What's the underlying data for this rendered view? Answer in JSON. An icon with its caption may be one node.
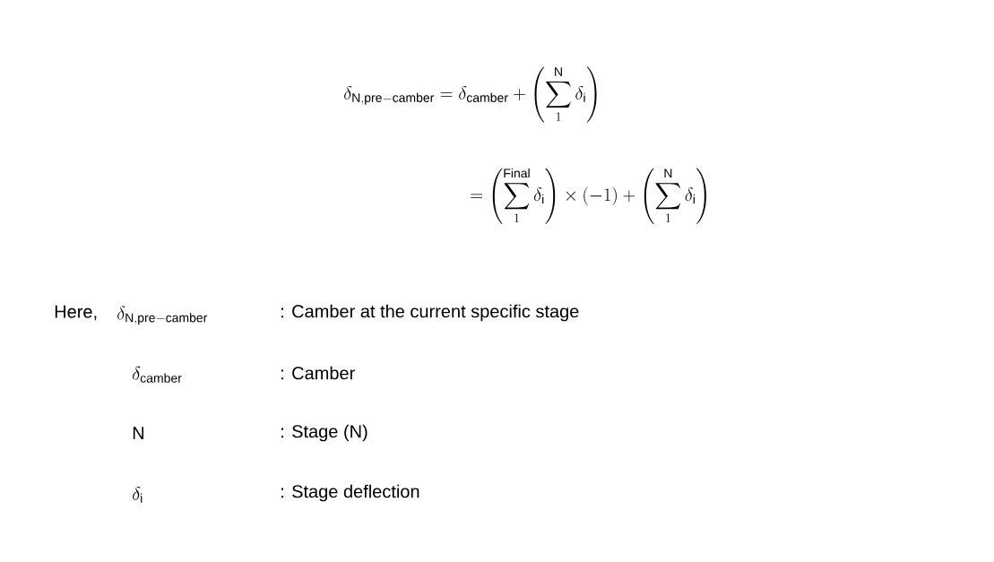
{
  "diagram": {
    "labels": [
      "\\delta_{\\mathrm{N,pre-camber}} = \\delta_{\\mathrm{camber}} + \\left(\\sum_{1}^{\\mathrm{N}}\\delta_{\\mathrm{i}}\\right)",
      "= \\left(\\sum_{1}^{\\mathrm{Final}}\\delta_{\\mathrm{i}}\\right)\\times(-1)+\\left(\\sum_{1}^{\\mathrm{N}}\\delta_{\\mathrm{i}}\\right)",
      "Here,",
      "\\delta_{\\mathrm{N,pre-camber}}",
      ": Camber at the current specific stage",
      "\\delta_{\\mathrm{camber}}",
      ": Camber",
      "N",
      ": Stage (N)",
      "\\delta_{\\mathrm{i}}",
      ": Stage deflection"
    ]
  }
}
